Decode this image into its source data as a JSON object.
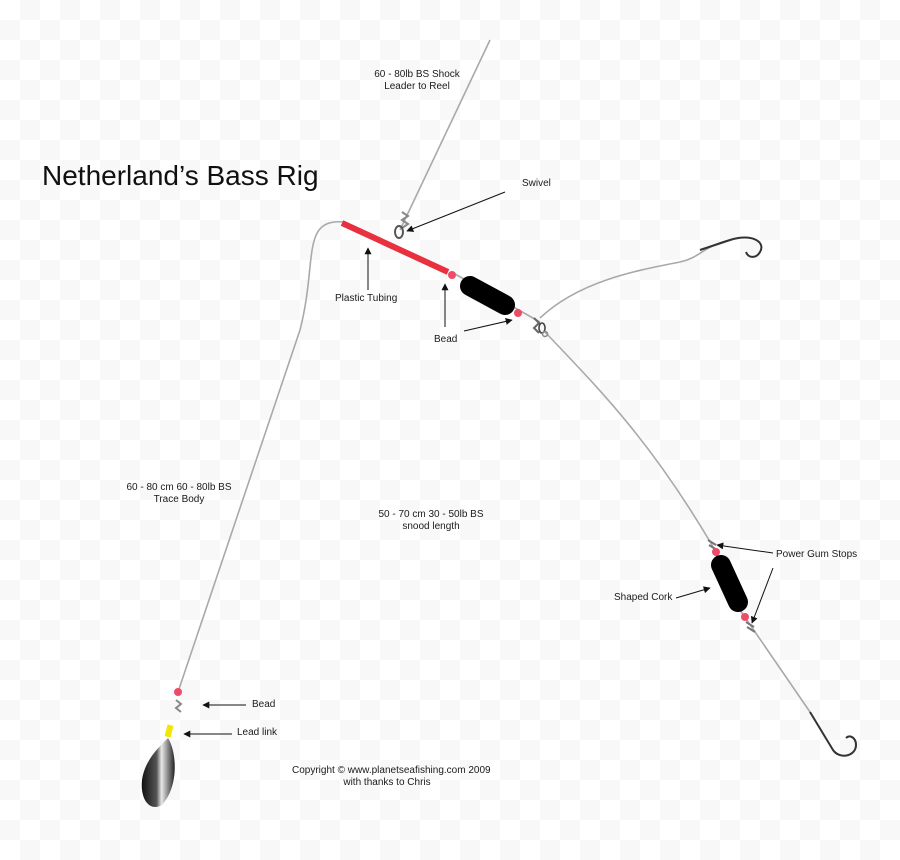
{
  "title": "Netherland’s Bass Rig",
  "labels": {
    "shock_leader": [
      "60 - 80lb BS Shock",
      "Leader to Reel"
    ],
    "swivel": "Swivel",
    "plastic_tubing": "Plastic Tubing",
    "bead_top": "Bead",
    "trace_body": [
      "60 - 80 cm 60 - 80lb BS",
      "Trace Body"
    ],
    "snood_length": [
      "50 - 70 cm 30 - 50lb BS",
      "snood length"
    ],
    "power_gum_stops": "Power Gum Stops",
    "shaped_cork": "Shaped Cork",
    "bead_bottom": "Bead",
    "lead_link": "Lead link",
    "copyright": [
      "Copyright © www.planetseafishing.com 2009",
      "with thanks to Chris"
    ]
  },
  "colors": {
    "line": "#a9a9a9",
    "tubing": "#e8303f",
    "bead": "#ee4a6a",
    "cork": "#000000",
    "lead_link": "#f3e600",
    "arrow": "#111111"
  }
}
